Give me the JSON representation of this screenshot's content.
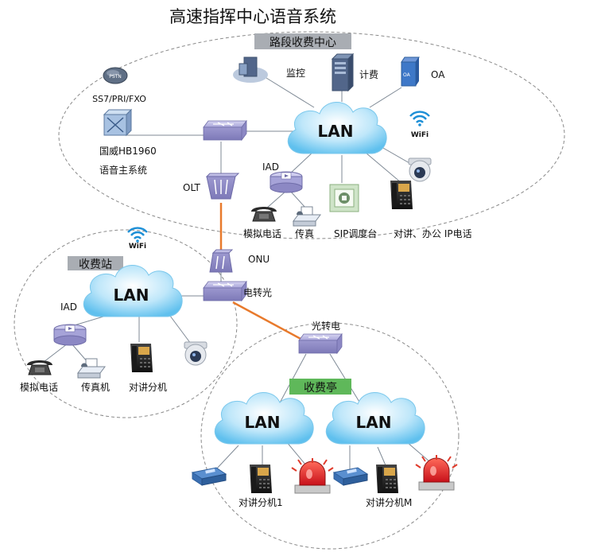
{
  "title": "高速指挥中心语音系统",
  "center": {
    "tag": "路段收费中心",
    "lan": "LAN",
    "monitor": "监控",
    "billing": "计费",
    "oa": "OA",
    "wifi": "WiFi",
    "pstn": "PSTN",
    "pstn_protocols": "SS7/PRI/FXO",
    "pbx_name": "国威HB1960",
    "pbx_desc": "语音主系统",
    "olt": "OLT",
    "iad": "IAD",
    "analog_phone": "模拟电话",
    "fax": "传真",
    "sip_console": "SIP调度台",
    "ip_phones": "对讲、办公  IP电话"
  },
  "station": {
    "tag": "收费站",
    "lan": "LAN",
    "wifi": "WiFi",
    "onu": "ONU",
    "converter": "电转光",
    "iad": "IAD",
    "analog_phone": "模拟电话",
    "fax": "传真机",
    "intercom": "对讲分机"
  },
  "booth": {
    "tag": "收费亭",
    "converter": "光转电",
    "lan_left": "LAN",
    "lan_right": "LAN",
    "intercom_1": "对讲分机1",
    "intercom_m": "对讲分机M"
  },
  "colors": {
    "cloud": "#7fd0f2",
    "fiber": "#e87a2c",
    "tag_gray": "#a9adb3",
    "tag_green": "#5fb85a",
    "switch": "#a7a4d8"
  }
}
